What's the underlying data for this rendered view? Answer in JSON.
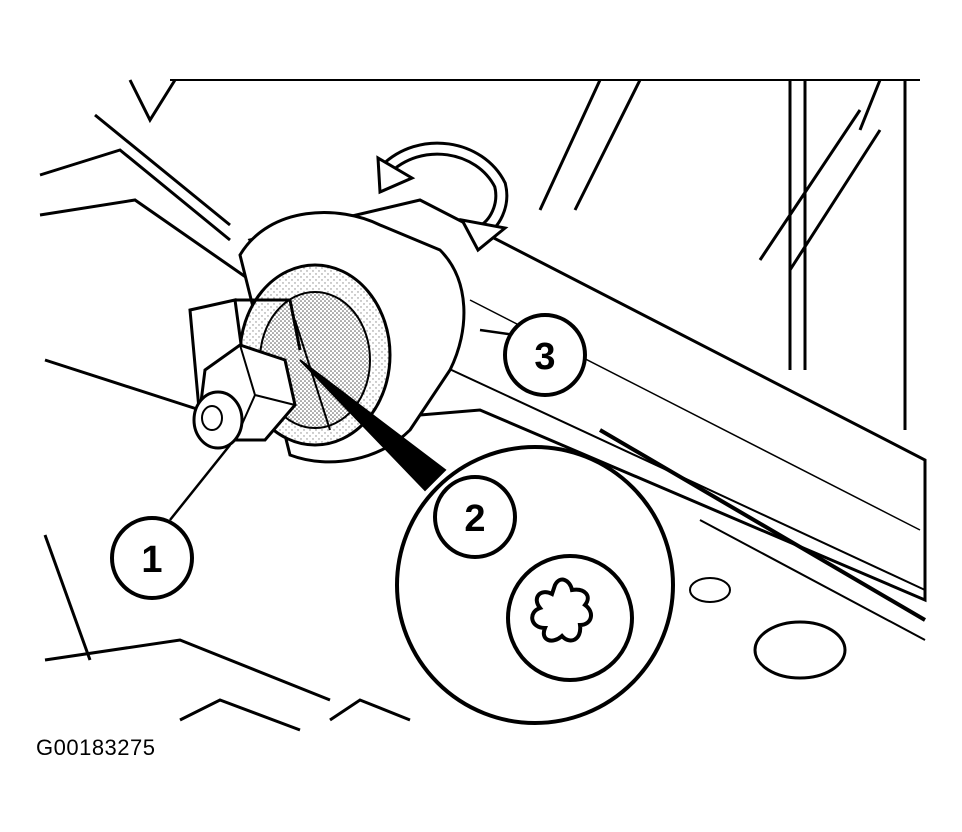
{
  "figure": {
    "code": "G00183275",
    "callouts": [
      {
        "id": "1",
        "label": "1"
      },
      {
        "id": "2",
        "label": "2"
      },
      {
        "id": "3",
        "label": "3"
      }
    ],
    "line_color": "#000000",
    "background_color": "#ffffff"
  }
}
